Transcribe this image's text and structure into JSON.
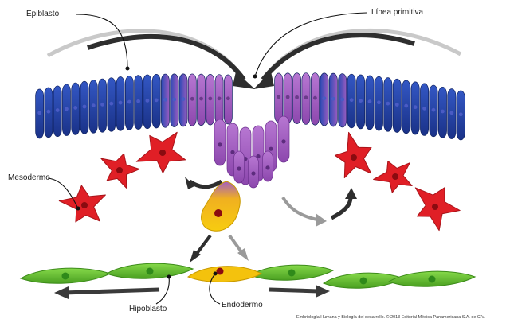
{
  "labels": {
    "epiblast": "Epiblasto",
    "primitive_streak": "Línea primitiva",
    "mesoderm": "Mesodermo",
    "hypoblast": "Hipoblasto",
    "endoderm": "Endodermo"
  },
  "credit": "Embriología Humana y Biología del desarrollo. © 2013 Editorial Médica Panamericana S.A. de C.V.",
  "colors": {
    "epiblast": "#1f3f9e",
    "epiblast_dark": "#152c73",
    "primitive_streak": "#a05fbf",
    "mesoderm": "#e01f26",
    "hypoblast": "#66c22e",
    "endoderm": "#f4c20d",
    "nucleus_blue": "#4a5bc4",
    "nucleus_red": "#8a0b10",
    "nucleus_green": "#2f8a1a",
    "arrow": "#3a3a3a"
  }
}
